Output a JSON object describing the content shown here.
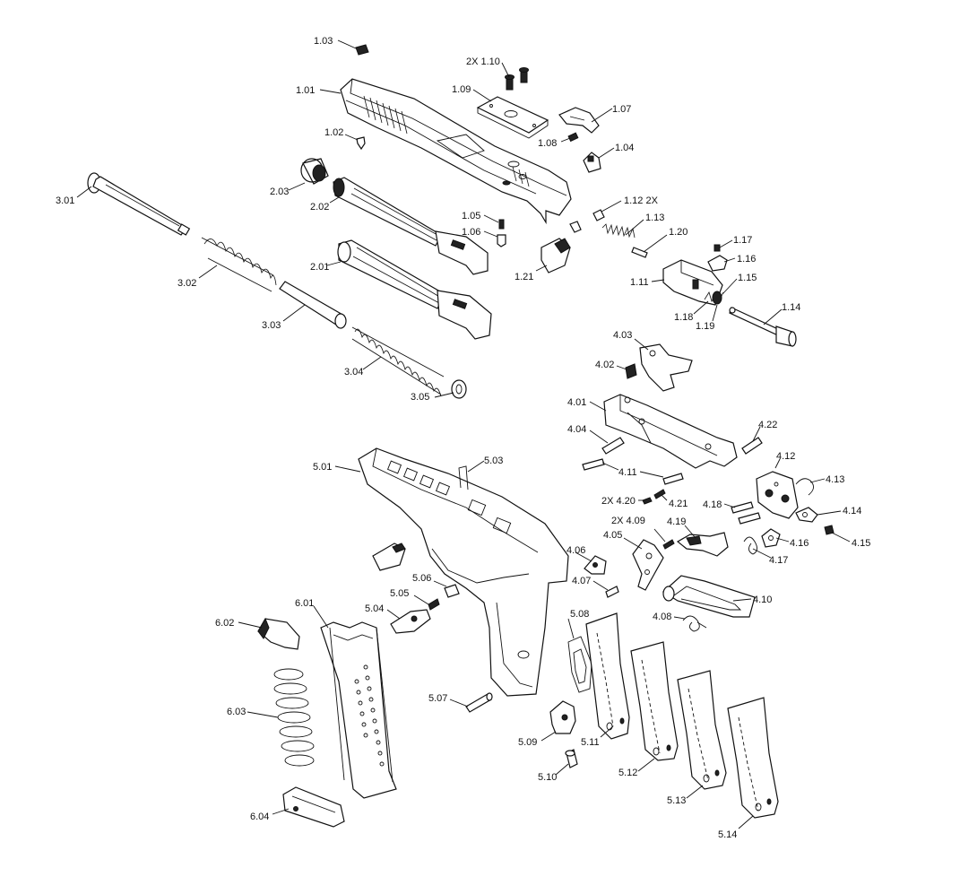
{
  "labels": {
    "l103": "1.03",
    "l101": "1.01",
    "l102": "1.02",
    "l110": "2X 1.10",
    "l109": "1.09",
    "l107": "1.07",
    "l108": "1.08",
    "l104": "1.04",
    "l112": "1.12 2X",
    "l113": "1.13",
    "l120": "1.20",
    "l117": "1.17",
    "l116": "1.16",
    "l111": "1.11",
    "l115": "1.15",
    "l118": "1.18",
    "l119": "1.19",
    "l114": "1.14",
    "l105": "1.05",
    "l106": "1.06",
    "l121": "1.21",
    "l203": "2.03",
    "l202": "2.02",
    "l201": "2.01",
    "l301": "3.01",
    "l302": "3.02",
    "l303": "3.03",
    "l304": "3.04",
    "l305": "3.05",
    "l403": "4.03",
    "l402": "4.02",
    "l401": "4.01",
    "l404": "4.04",
    "l422": "4.22",
    "l411": "4.11",
    "l412": "4.12",
    "l413": "4.13",
    "l420": "2X 4.20",
    "l421": "4.21",
    "l418": "4.18",
    "l414": "4.14",
    "l409": "2X 4.09",
    "l419": "4.19",
    "l415": "4.15",
    "l416": "4.16",
    "l417": "4.17",
    "l406": "4.06",
    "l405": "4.05",
    "l407": "4.07",
    "l410": "4.10",
    "l408": "4.08",
    "l501": "5.01",
    "l503": "5.03",
    "l506": "5.06",
    "l505": "5.05",
    "l504": "5.04",
    "l508": "5.08",
    "l507": "5.07",
    "l509": "5.09",
    "l510": "5.10",
    "l511": "5.11",
    "l512": "5.12",
    "l513": "5.13",
    "l514": "5.14",
    "l601": "6.01",
    "l602": "6.02",
    "l603": "6.03",
    "l604": "6.04"
  }
}
